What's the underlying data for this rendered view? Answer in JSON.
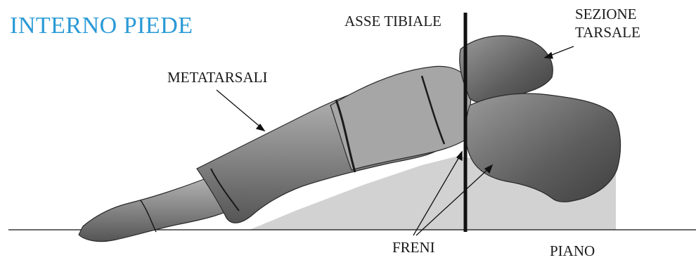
{
  "title": "INTERNO PIEDE",
  "labels": {
    "tibial_axis": "ASSE TIBIALE",
    "tarsal_section_line1": "SEZIONE",
    "tarsal_section_line2": "TARSALE",
    "metatarsals": "METATARSALI",
    "brakes": "FRENI",
    "plane": "PIANO"
  },
  "colors": {
    "title": "#2a9ad6",
    "support_fill": "#d2d2d2",
    "bone_fill": "#8c8c8c",
    "bone_dark": "#3a3a3a",
    "line": "#111111"
  }
}
